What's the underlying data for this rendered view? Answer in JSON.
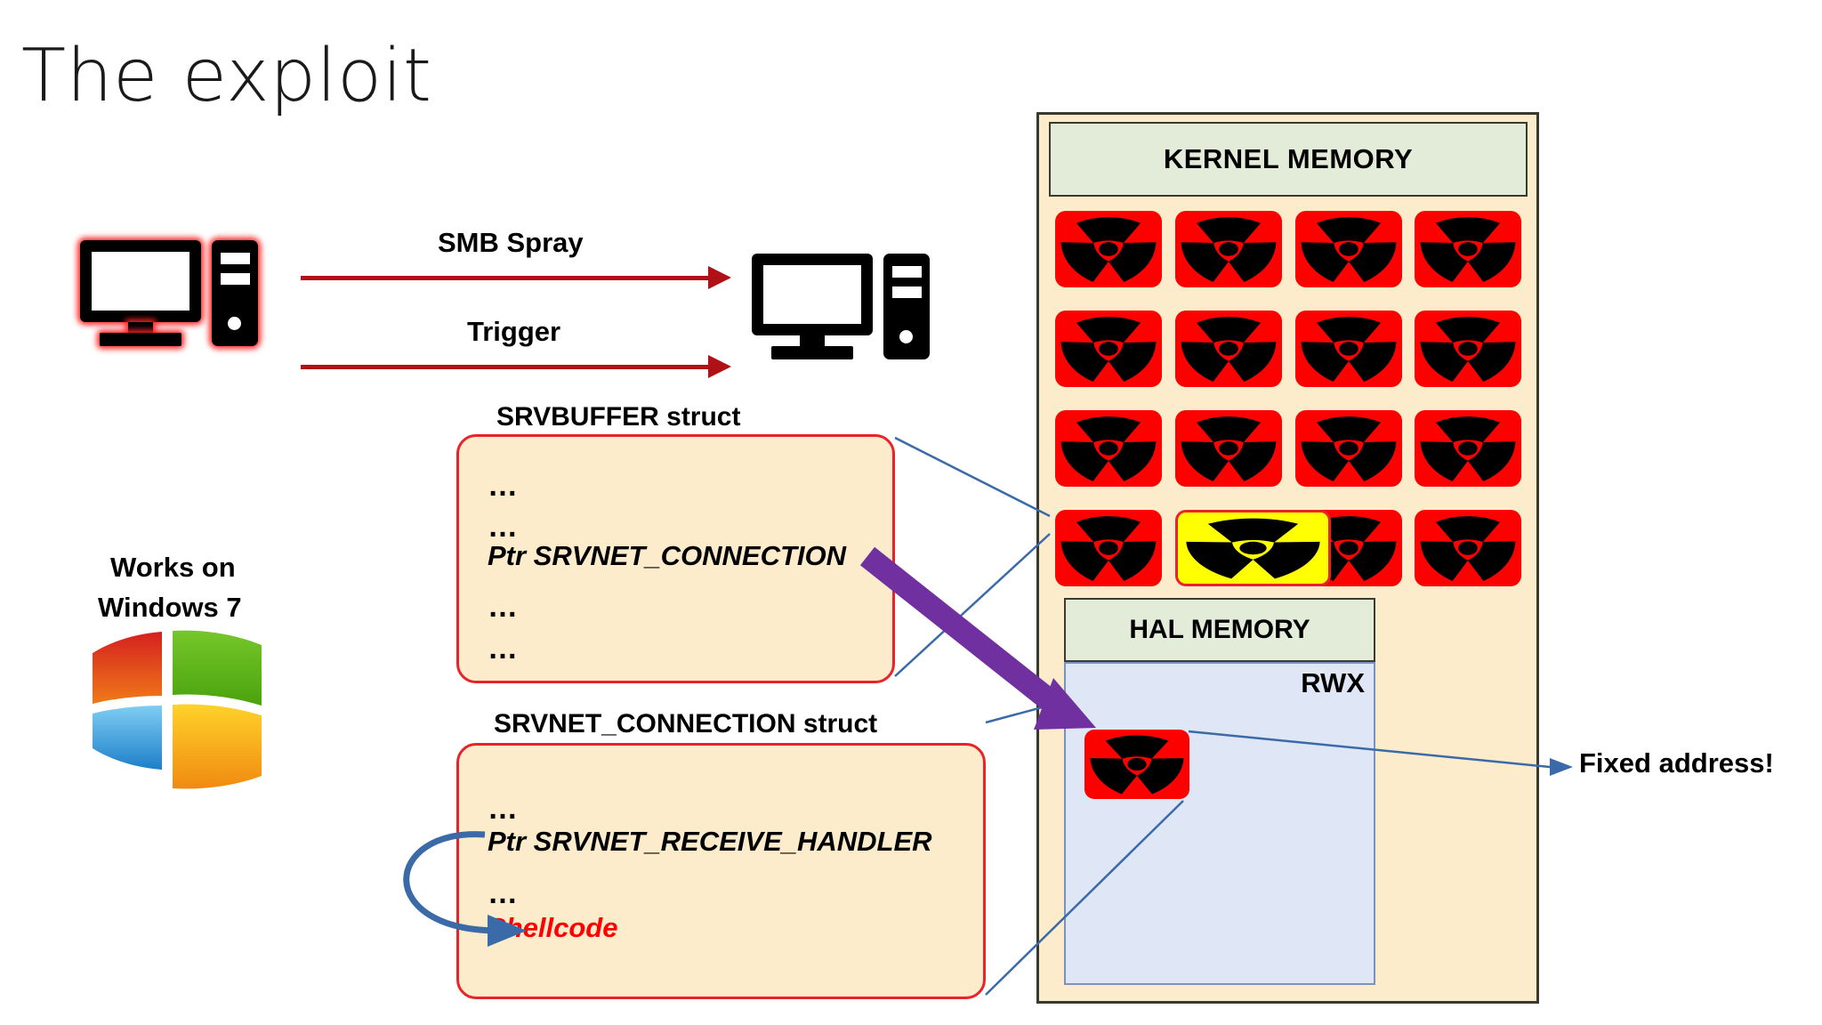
{
  "slide": {
    "title": "The exploit",
    "background_color": "#ffffff"
  },
  "flow": {
    "attacker_label": "attacker-computer",
    "victim_label": "victim-computer",
    "arrows": [
      {
        "label": "SMB Spray"
      },
      {
        "label": "Trigger"
      }
    ],
    "arrow_color": "#b01116"
  },
  "platform_note": {
    "line1": "Works on",
    "line2": "Windows 7",
    "logo": "windows-7-logo"
  },
  "structs": [
    {
      "title": "SRVBUFFER struct",
      "lines": [
        {
          "text": "…",
          "style": "dots"
        },
        {
          "text": "…",
          "style": "dots"
        },
        {
          "text": "Ptr SRVNET_CONNECTION",
          "style": "pointer"
        },
        {
          "text": "…",
          "style": "dots"
        },
        {
          "text": "…",
          "style": "dots"
        }
      ]
    },
    {
      "title": "SRVNET_CONNECTION struct",
      "lines": [
        {
          "text": "…",
          "style": "dots"
        },
        {
          "text": "Ptr SRVNET_RECEIVE_HANDLER",
          "style": "pointer"
        },
        {
          "text": "…",
          "style": "dots"
        },
        {
          "text": "Shellcode",
          "style": "shellcode"
        }
      ]
    }
  ],
  "memory": {
    "kernel_header": "KERNEL MEMORY",
    "hal_header": "HAL MEMORY",
    "rwx_label": "RWX",
    "panel_fill": "#fdeccb",
    "header_fill": "#e3ecd9",
    "hal_body_fill": "#dfe7f6",
    "tile_color": "#fd0000",
    "highlight_tile_color": "#ffff00",
    "tile_icon": "radiation-icon",
    "tile_rows": 4,
    "tile_columns": 4,
    "highlight_position": {
      "row": 4,
      "column": 2
    }
  },
  "annotations": {
    "fixed_address": "Fixed address!",
    "overwrite_arrow_color": "#7030a0",
    "connector_color": "#3b6aa8",
    "loop_arrow_color": "#3b6aa8"
  }
}
